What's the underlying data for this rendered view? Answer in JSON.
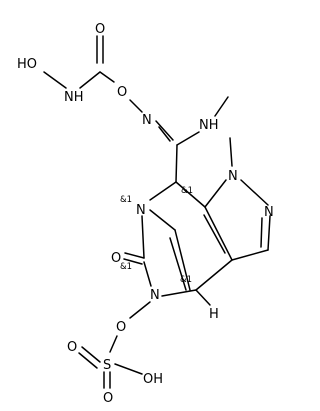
{
  "molecule": {
    "atom_labels": {
      "hydroxy_o": "HO",
      "carbamate_nh": "NH",
      "carbonyl_o_top": "O",
      "ester_o": "O",
      "oxime_n": "N",
      "amidine_nh": "NH",
      "pyrazole_n1": "N",
      "pyrazole_n2": "N",
      "bridge_n": "N",
      "lactam_o": "O",
      "ring_n": "N",
      "sulfate_o_link": "O",
      "sulfur": "S",
      "sulfur_o_left": "O",
      "sulfur_o_bottom": "O",
      "sulfur_oh": "OH",
      "bridgehead_h": "H"
    },
    "stereo_labels": {
      "n_bridge": "&1",
      "c_amidine": "&1",
      "c_lactam": "&1",
      "c_bridgehead": "&1"
    }
  }
}
